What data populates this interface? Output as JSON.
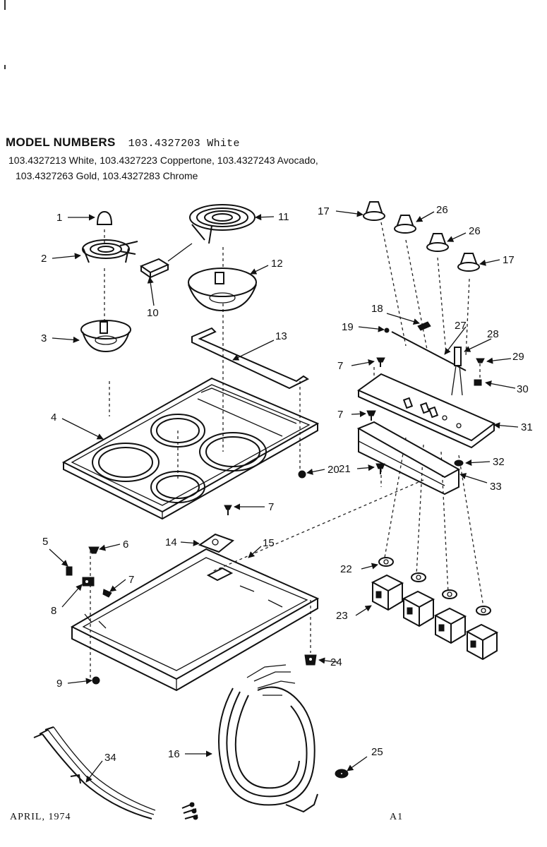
{
  "header": {
    "title_label": "MODEL NUMBERS",
    "title_first_model": "103.4327203 White",
    "models_line_2": "103.4327213 White, 103.4327223 Coppertone, 103.4327243 Avocado,",
    "models_line_3": "103.4327263 Gold, 103.4327283 Chrome"
  },
  "footer": {
    "date": "APRIL, 1974",
    "page_code": "A1"
  },
  "callouts": {
    "c1": "1",
    "c2": "2",
    "c3": "3",
    "c4": "4",
    "c5": "5",
    "c6": "6",
    "c7a": "7",
    "c7b": "7",
    "c7c": "7",
    "c7d": "7",
    "c8": "8",
    "c9": "9",
    "c10": "10",
    "c11": "11",
    "c12": "12",
    "c13": "13",
    "c14": "14",
    "c15": "15",
    "c16": "16",
    "c17a": "17",
    "c17b": "17",
    "c18": "18",
    "c19": "19",
    "c20": "20",
    "c21": "21",
    "c22": "22",
    "c23": "23",
    "c24": "24",
    "c25": "25",
    "c26a": "26",
    "c26b": "26",
    "c27": "27",
    "c28": "28",
    "c29": "29",
    "c30": "30",
    "c31": "31",
    "c32": "32",
    "c33": "33",
    "c34": "34"
  }
}
